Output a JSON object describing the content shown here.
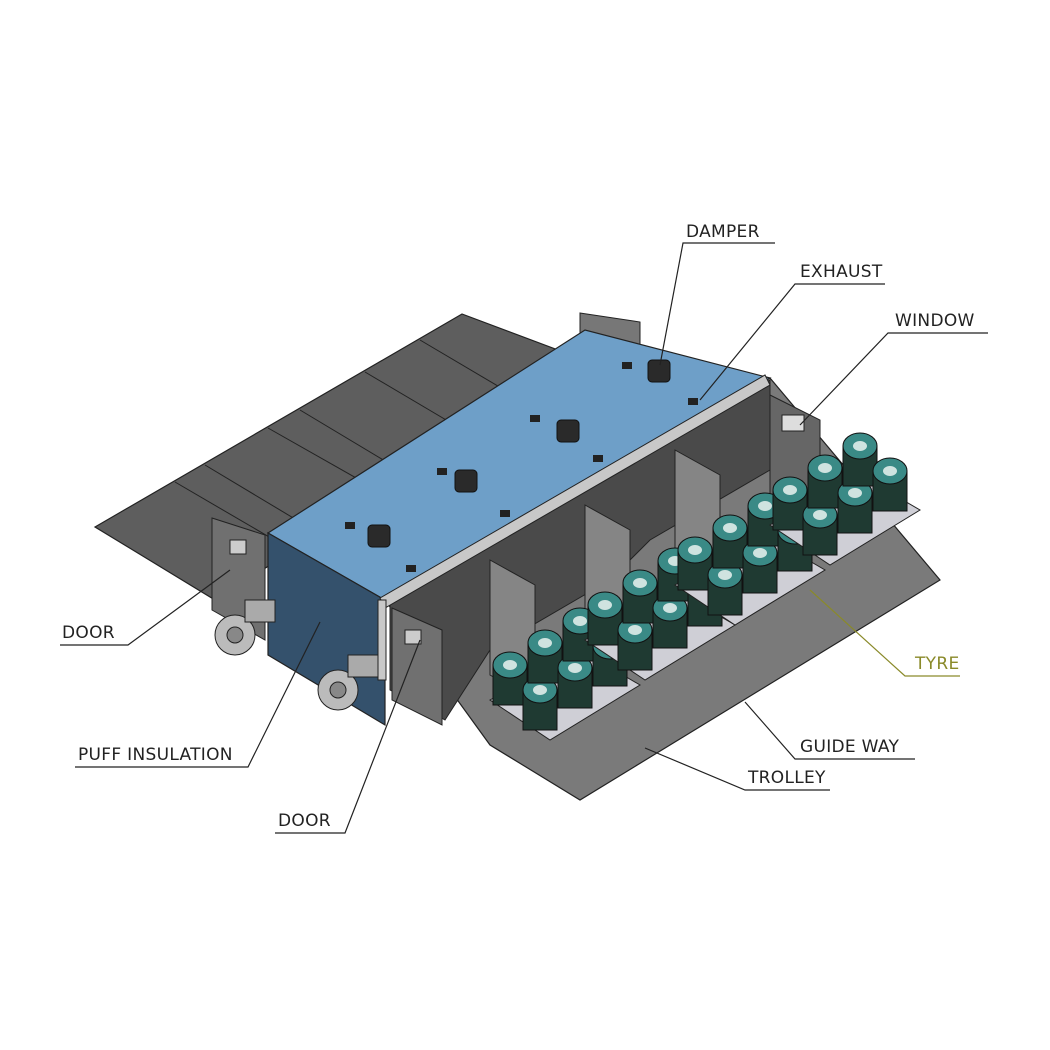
{
  "title": "Tyre curing chamber isometric layout",
  "colors": {
    "panel": "#5f5f5f",
    "panel_light": "#8a8a8a",
    "blue_top": "#6e9fc8",
    "blue_side": "#34516c",
    "tyre": "#1f3a32",
    "tyre_hub": "#3a8a86",
    "tyre_label": "#8a8a2a"
  },
  "labels": {
    "damper": "DAMPER",
    "exhaust": "EXHAUST",
    "window": "WINDOW",
    "door_left": "DOOR",
    "puff_insulation": "PUFF INSULATION",
    "door_front": "DOOR",
    "tyre": "TYRE",
    "guide_way": "GUIDE WAY",
    "trolley": "TROLLEY"
  }
}
